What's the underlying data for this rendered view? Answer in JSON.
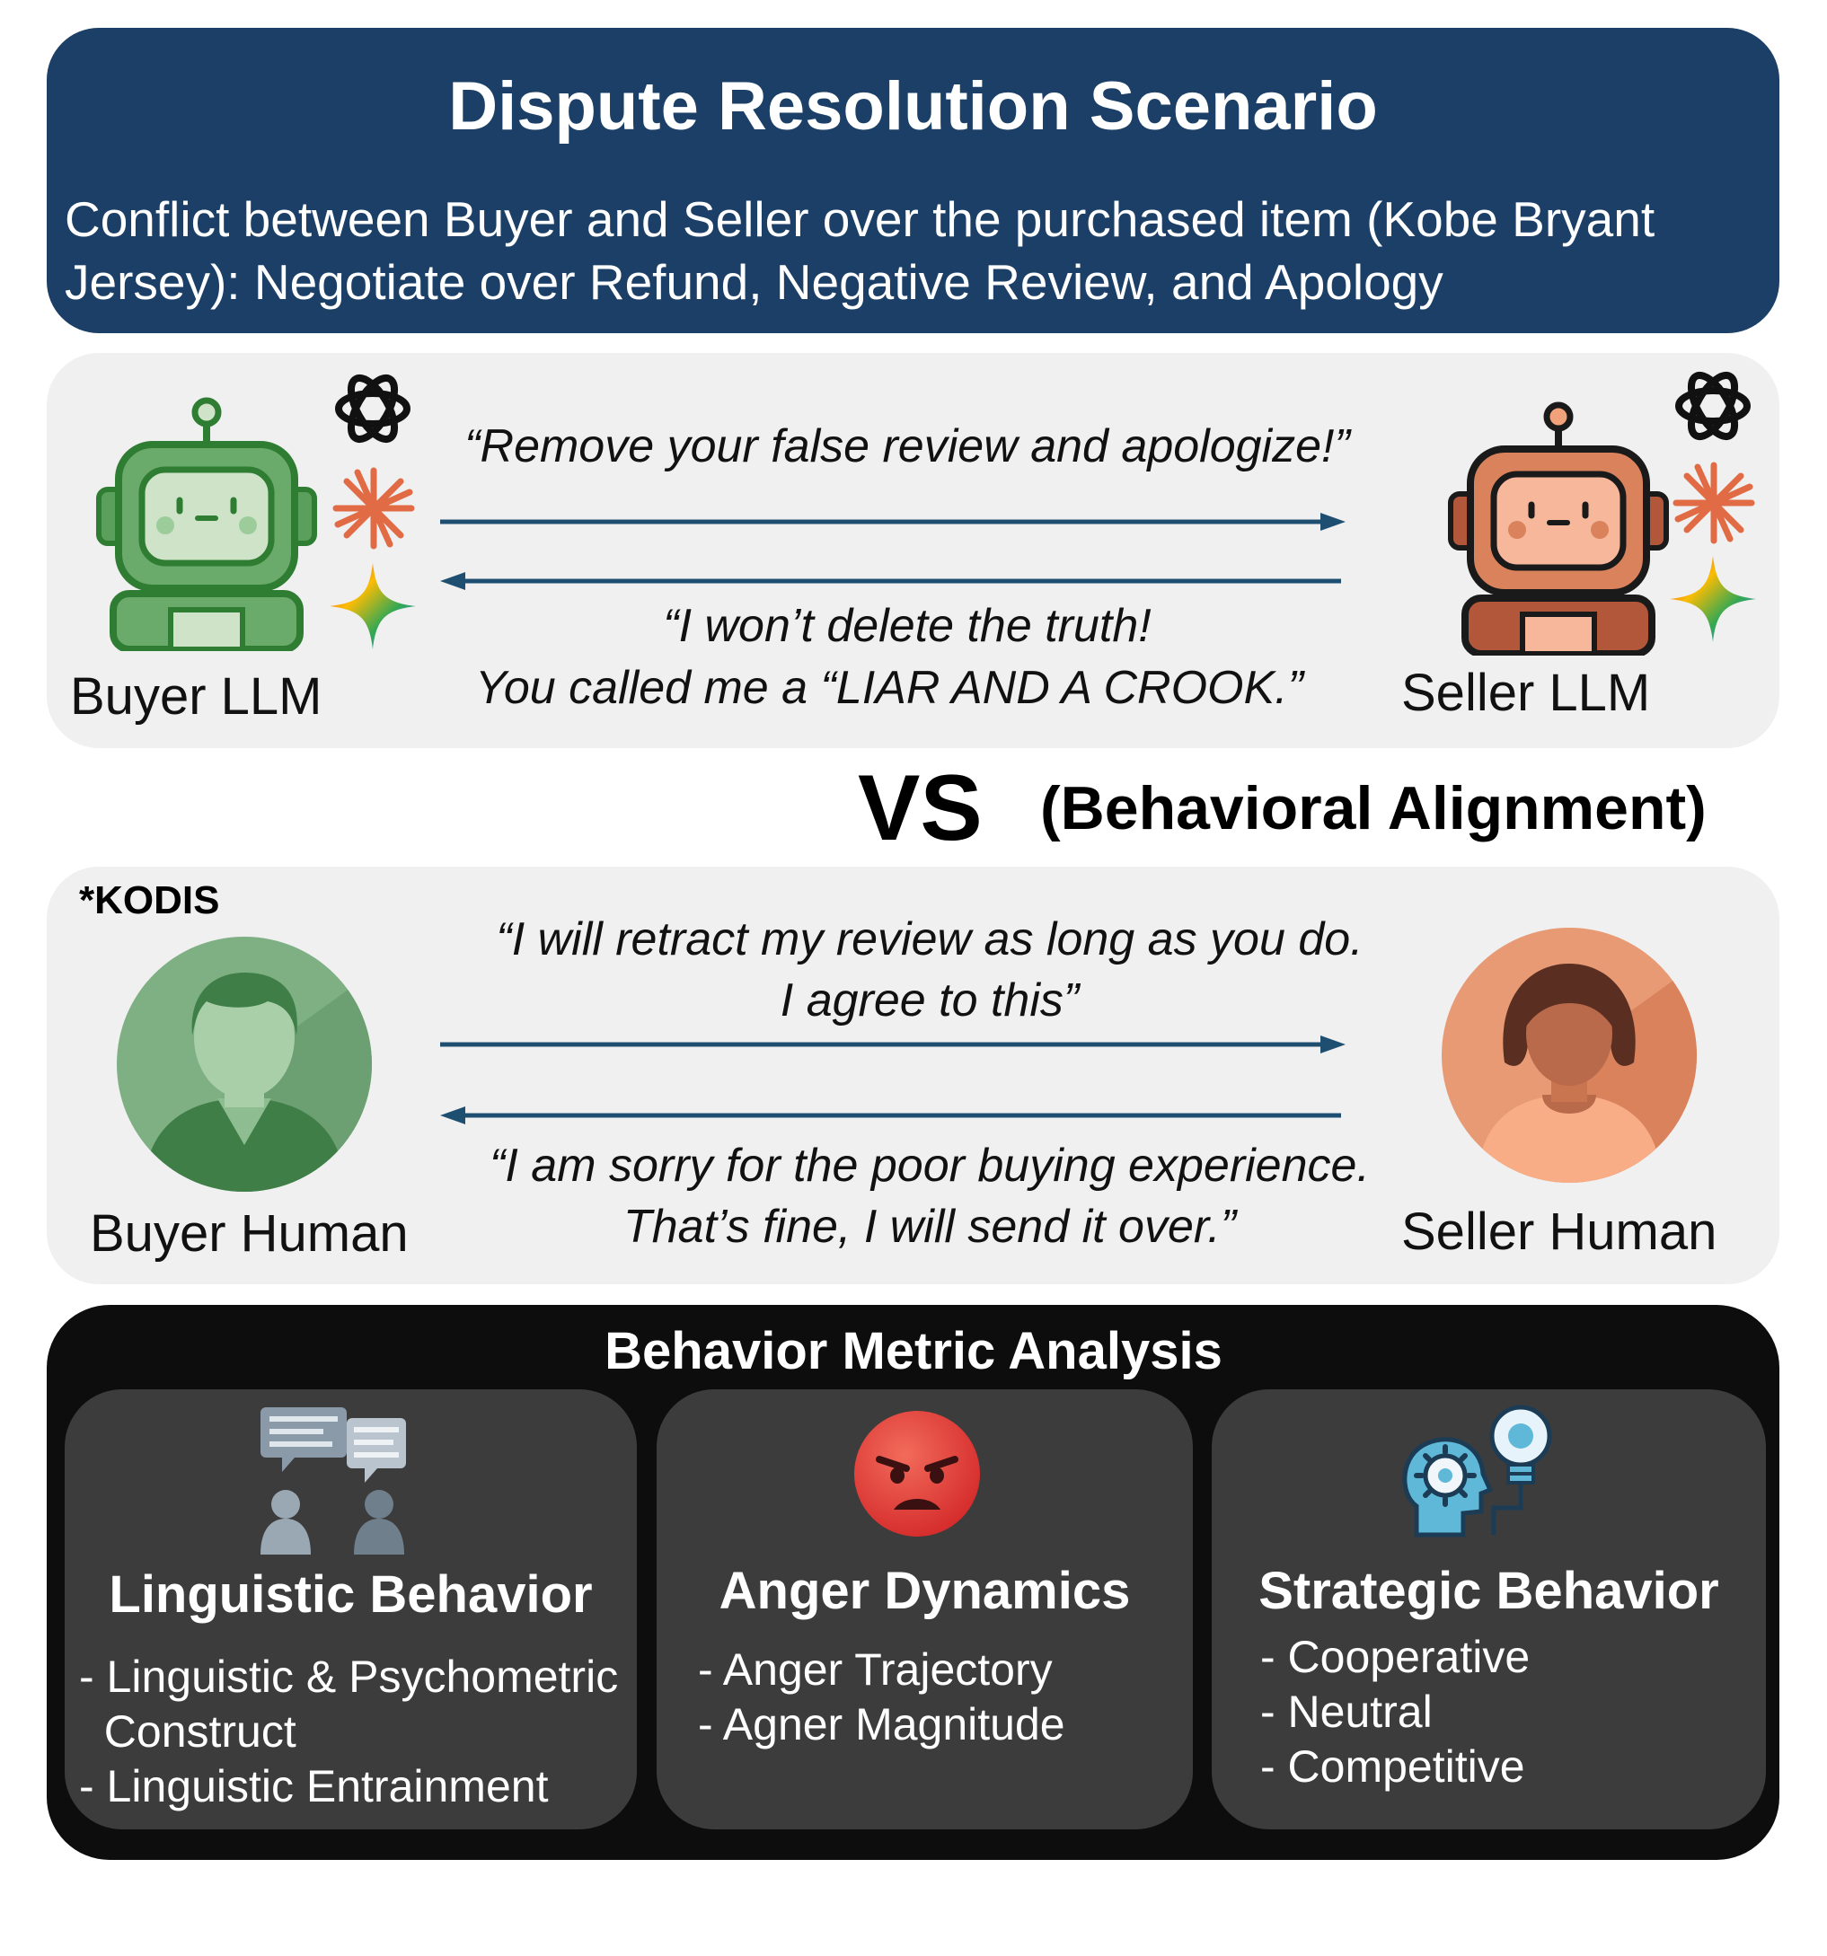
{
  "header": {
    "title": "Dispute Resolution Scenario",
    "description": "Conflict between Buyer and Seller over the purchased item (Kobe Bryant Jersey): Negotiate over Refund, Negative Review, and Apology"
  },
  "llm_panel": {
    "buyer_label": "Buyer LLM",
    "seller_label": "Seller LLM",
    "quote_to_seller": "“Remove your false review and apologize!”",
    "quote_to_buyer_line1": "“I won’t delete the truth!",
    "quote_to_buyer_line2": "You called me a “LIAR AND A CROOK.”",
    "model_icons": [
      "openai-icon",
      "claude-icon",
      "gemini-icon"
    ]
  },
  "comparison": {
    "vs": "VS",
    "alignment": "(Behavioral Alignment)"
  },
  "human_panel": {
    "dataset_label": "*KODIS",
    "buyer_label": "Buyer Human",
    "seller_label": "Seller Human",
    "quote_to_seller_line1": "“I will retract my review as long as you do.",
    "quote_to_seller_line2": "I agree to this”",
    "quote_to_buyer_line1": "“I am sorry for the poor buying experience.",
    "quote_to_buyer_line2": "That’s fine, I will send it over.”"
  },
  "metrics": {
    "title": "Behavior Metric Analysis",
    "cards": [
      {
        "title": "Linguistic Behavior",
        "items": "- Linguistic & Psychometric\n  Construct\n- Linguistic Entrainment",
        "icon": "conversation-icon"
      },
      {
        "title": "Anger Dynamics",
        "items": "- Anger Trajectory\n- Agner Magnitude",
        "icon": "angry-face-icon"
      },
      {
        "title": "Strategic Behavior",
        "items": "- Cooperative\n- Neutral\n- Competitive",
        "icon": "strategy-icon"
      }
    ]
  },
  "colors": {
    "header_bg": "#1b3f66",
    "panel_bg": "#f0f0f0",
    "metrics_bg": "#0d0d0d",
    "card_bg": "#3c3c3c",
    "arrow": "#1f4f70",
    "buyer_green": "#2f7d32",
    "seller_orange": "#d9825c"
  }
}
